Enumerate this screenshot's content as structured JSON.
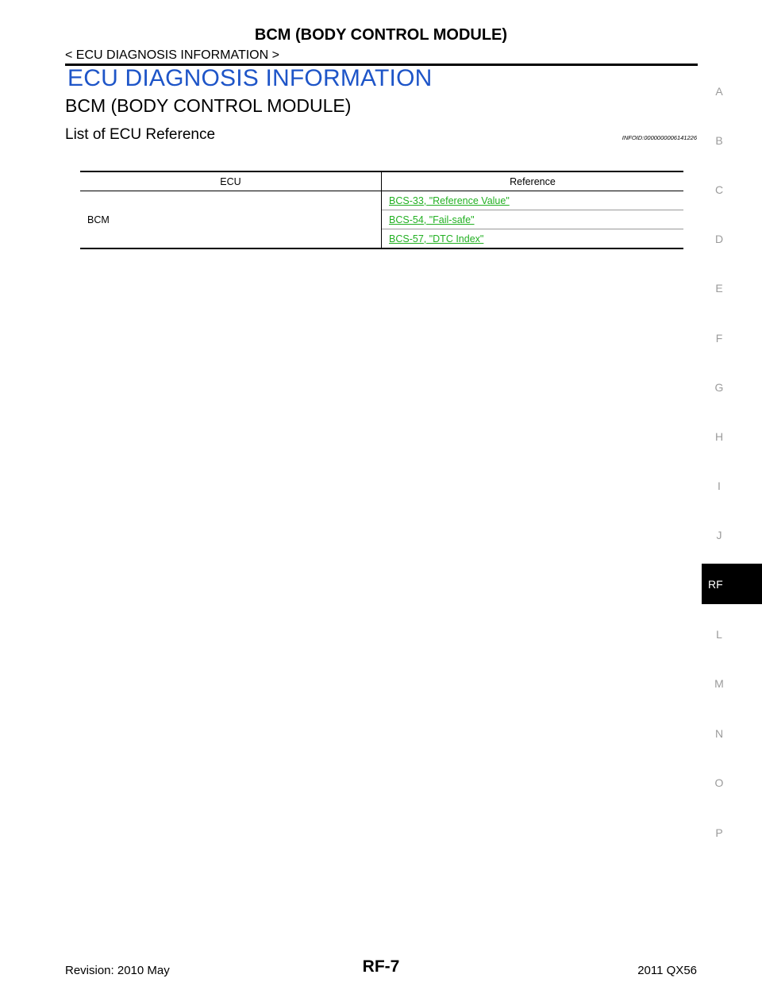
{
  "header": {
    "title": "BCM (BODY CONTROL MODULE)",
    "breadcrumb": "< ECU DIAGNOSIS INFORMATION >"
  },
  "section": {
    "title": "ECU DIAGNOSIS INFORMATION",
    "subtitle": "BCM (BODY CONTROL MODULE)",
    "topic": "List of ECU Reference",
    "info_id": "INFOID:0000000006141226"
  },
  "table": {
    "headers": [
      "ECU",
      "Reference"
    ],
    "ecu": "BCM",
    "references": [
      "BCS-33, \"Reference Value\"",
      "BCS-54, \"Fail-safe\"",
      "BCS-57, \"DTC  Index\""
    ]
  },
  "side_index": {
    "letters": [
      "A",
      "B",
      "C",
      "D",
      "E",
      "F",
      "G",
      "H",
      "I",
      "J",
      "L",
      "M",
      "N",
      "O",
      "P"
    ],
    "active": "RF"
  },
  "footer": {
    "revision": "Revision: 2010 May",
    "page": "RF-7",
    "model": "2011 QX56"
  },
  "colors": {
    "section_title": "#1e55c8",
    "link": "#22b022",
    "side_letter": "#9b9b9b"
  }
}
